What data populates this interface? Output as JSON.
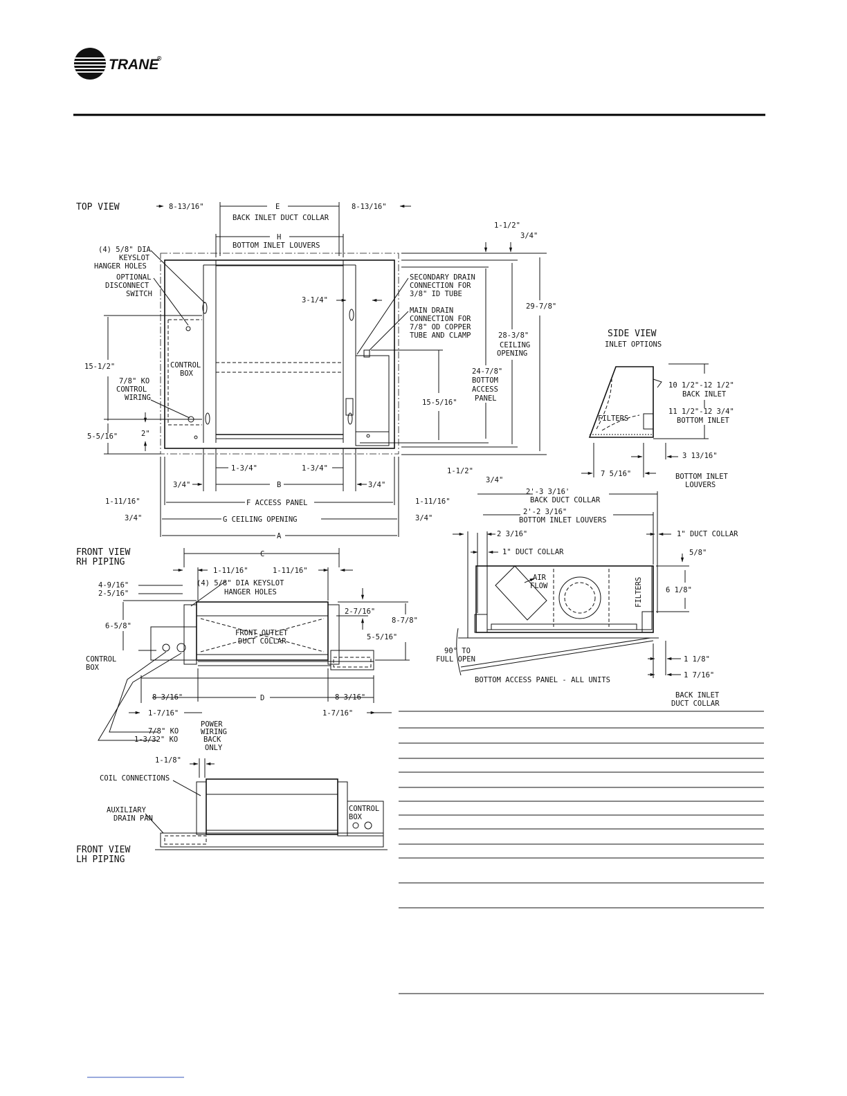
{
  "brand": {
    "name": "TRANE",
    "mark": "®"
  },
  "top_view": {
    "title": "TOP VIEW",
    "dims": [
      "8-13/16\"",
      "E",
      "8-13/16\"",
      "BACK INLET DUCT COLLAR",
      "H",
      "BOTTOM INLET LOUVERS",
      "1-1/2\"",
      "3/4\"",
      "29-7/8\"",
      "28-3/8\"",
      "CEILING",
      "OPENING",
      "24-7/8\"",
      "BOTTOM",
      "ACCESS",
      "PANEL",
      "3-1/4\"",
      "15-5/16\"",
      "15-1/2\"",
      "5-5/16\"",
      "2\"",
      "1-3/4\"",
      "1-3/4\"",
      "3/4\"",
      "B",
      "3/4\"",
      "1-1/2\"",
      "3/4\"",
      "1-11/16\"",
      "F ACCESS PANEL",
      "1-11/16\"",
      "3/4\"",
      "G CEILING OPENING",
      "3/4\"",
      "A"
    ],
    "labels": [
      "(4) 5/8\" DIA",
      "KEYSLOT",
      "HANGER HOLES",
      "OPTIONAL",
      "DISCONNECT",
      "SWITCH",
      "CONTROL",
      "BOX",
      "7/8\" KO",
      "CONTROL",
      "WIRING",
      "SECONDARY DRAIN",
      "CONNECTION FOR",
      "3/8\" ID TUBE",
      "MAIN DRAIN",
      "CONNECTION FOR",
      "7/8\" OD COPPER",
      "TUBE AND CLAMP"
    ]
  },
  "side_view": {
    "title": "SIDE VIEW",
    "subtitle": "INLET OPTIONS",
    "labels": [
      "10 1/2\"-12 1/2\"",
      "BACK INLET",
      "11 1/2\"-12 3/4\"",
      "BOTTOM INLET",
      "FILTERS",
      "3 13/16\"",
      "7 5/16\"",
      "BOTTOM INLET",
      "LOUVERS"
    ]
  },
  "section_view": {
    "labels": [
      "2'-3 3/16'",
      "BACK DUCT COLLAR",
      "2'-2 3/16\"",
      "BOTTOM INLET LOUVERS",
      "2 3/16\"",
      "1\" DUCT COLLAR",
      "1\" DUCT COLLAR",
      "5/8\"",
      "6 1/8\"",
      "AIR",
      "FLOW",
      "FILTERS",
      "90° TO",
      "FULL OPEN",
      "BOTTOM ACCESS PANEL - ALL UNITS",
      "1 1/8\"",
      "1 7/16\"",
      "BACK INLET",
      "DUCT COLLAR"
    ]
  },
  "front_view_rh": {
    "title_1": "FRONT VIEW",
    "title_2": "RH PIPING",
    "labels": [
      "C",
      "1-11/16\"",
      "1-11/16\"",
      "4-9/16\"",
      "2-5/16\"",
      "(4) 5/8\" DIA KEYSLOT",
      "HANGER HOLES",
      "2-7/16\"",
      "8-7/8\"",
      "6-5/8\"",
      "FRONT OUTLET",
      "DUCT COLLAR",
      "5-5/16\"",
      "CONTROL",
      "BOX",
      "8-3/16\"",
      "D",
      "8-3/16\"",
      "1-7/16\"",
      "1-7/16\"",
      "7/8\" KO",
      "1-3/32\" KO",
      "POWER",
      "WIRING",
      "BACK",
      "ONLY"
    ]
  },
  "front_view_lh": {
    "title_1": "FRONT VIEW",
    "title_2": "LH PIPING",
    "labels": [
      "1-1/8\"",
      "COIL CONNECTIONS",
      "AUXILIARY",
      "DRAIN PAN",
      "CONTROL",
      "BOX"
    ]
  }
}
